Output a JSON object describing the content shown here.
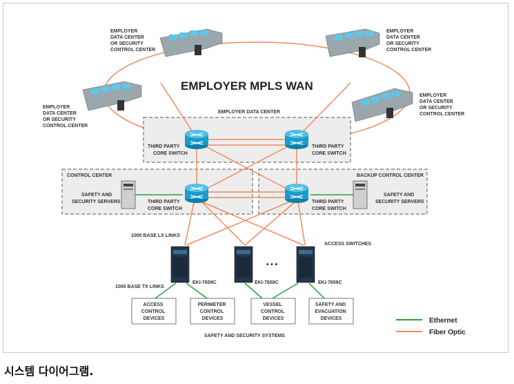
{
  "diagram": {
    "title": "EMPLOYER MPLS WAN",
    "ops_centers": {
      "top_left": [
        "EMPLOYER",
        "DATA CENTER",
        "OR SECURITY",
        "CONTROL CENTER"
      ],
      "top_right": [
        "EMPLOYER",
        "DATA CENTER",
        "OR SECURITY",
        "CONTROL CENTER"
      ],
      "mid_left": [
        "EMPLOYER",
        "DATA CENTER",
        "OR SECURITY",
        "CONTROL CENTER"
      ],
      "mid_right": [
        "EMPLOYER",
        "DATA CENTER",
        "OR SECURITY",
        "CONTROL CENTER"
      ]
    },
    "data_center_label": "EMPLOYER DATA CENTER",
    "control_center_label": "CONTROL CENTER",
    "backup_control_center_label": "BACKUP CONTROL CENTER",
    "core_switch_label": [
      "THIRD PARTY",
      "CORE SWITCH"
    ],
    "servers_label": [
      "SAFETY AND",
      "SECURITY SERVERS"
    ],
    "lx_links_label": "1000 BASE LX LINKS",
    "tx_links_label": "1000 BASE TX LINKS",
    "access_switches_label": "ACCESS SWITCHES",
    "ellipsis": "• • •",
    "access_switch_model": "EKI-7659C",
    "devices": [
      [
        "ACCESS",
        "CONTROL",
        "DEVICES"
      ],
      [
        "PERIMETER",
        "CONTROL",
        "DEVICES"
      ],
      [
        "VESSEL",
        "CONTROL",
        "DEVICES"
      ],
      [
        "SAFETY AND",
        "EVACUATION",
        "DEVICES"
      ]
    ],
    "systems_label": "SAFETY AND SECURITY SYSTEMS",
    "legend": [
      {
        "label": "Ethernet",
        "color": "#2a9d3c"
      },
      {
        "label": "Fiber Optic",
        "color": "#f08a5d"
      }
    ]
  },
  "caption": "시스템 다이어그램."
}
